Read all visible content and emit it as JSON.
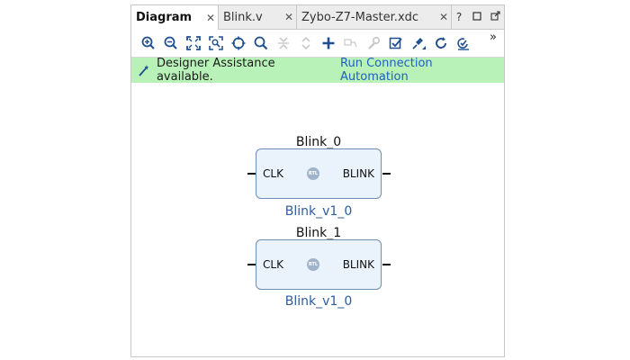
{
  "tabs": [
    {
      "label": "Diagram",
      "active": true
    },
    {
      "label": "Blink.v",
      "active": false
    },
    {
      "label": "Zybo-Z7-Master.xdc",
      "active": false
    }
  ],
  "window_buttons": {
    "help": "?",
    "restore": "☐",
    "float": "↗"
  },
  "toolbar": {
    "icons": [
      "zoom-in-icon",
      "zoom-out-icon",
      "fit-icon",
      "zoom-area-icon",
      "crosshair-icon",
      "search-icon",
      "collapse-icon",
      "expand-icon",
      "add-ip-icon",
      "make-connection-icon",
      "wrench-icon",
      "validate-icon",
      "pin-icon",
      "refresh-icon",
      "regenerate-icon"
    ],
    "overflow": "»"
  },
  "assist": {
    "message": "Designer Assistance available.",
    "link": "Run Connection Automation",
    "background": "#b9f2b9",
    "link_color": "#1f5fbf"
  },
  "blocks": [
    {
      "instance": "Blink_0",
      "module": "Blink_v1_0",
      "input_port": "CLK",
      "output_port": "BLINK",
      "badge": "RTL"
    },
    {
      "instance": "Blink_1",
      "module": "Blink_v1_0",
      "input_port": "CLK",
      "output_port": "BLINK",
      "badge": "RTL"
    }
  ]
}
